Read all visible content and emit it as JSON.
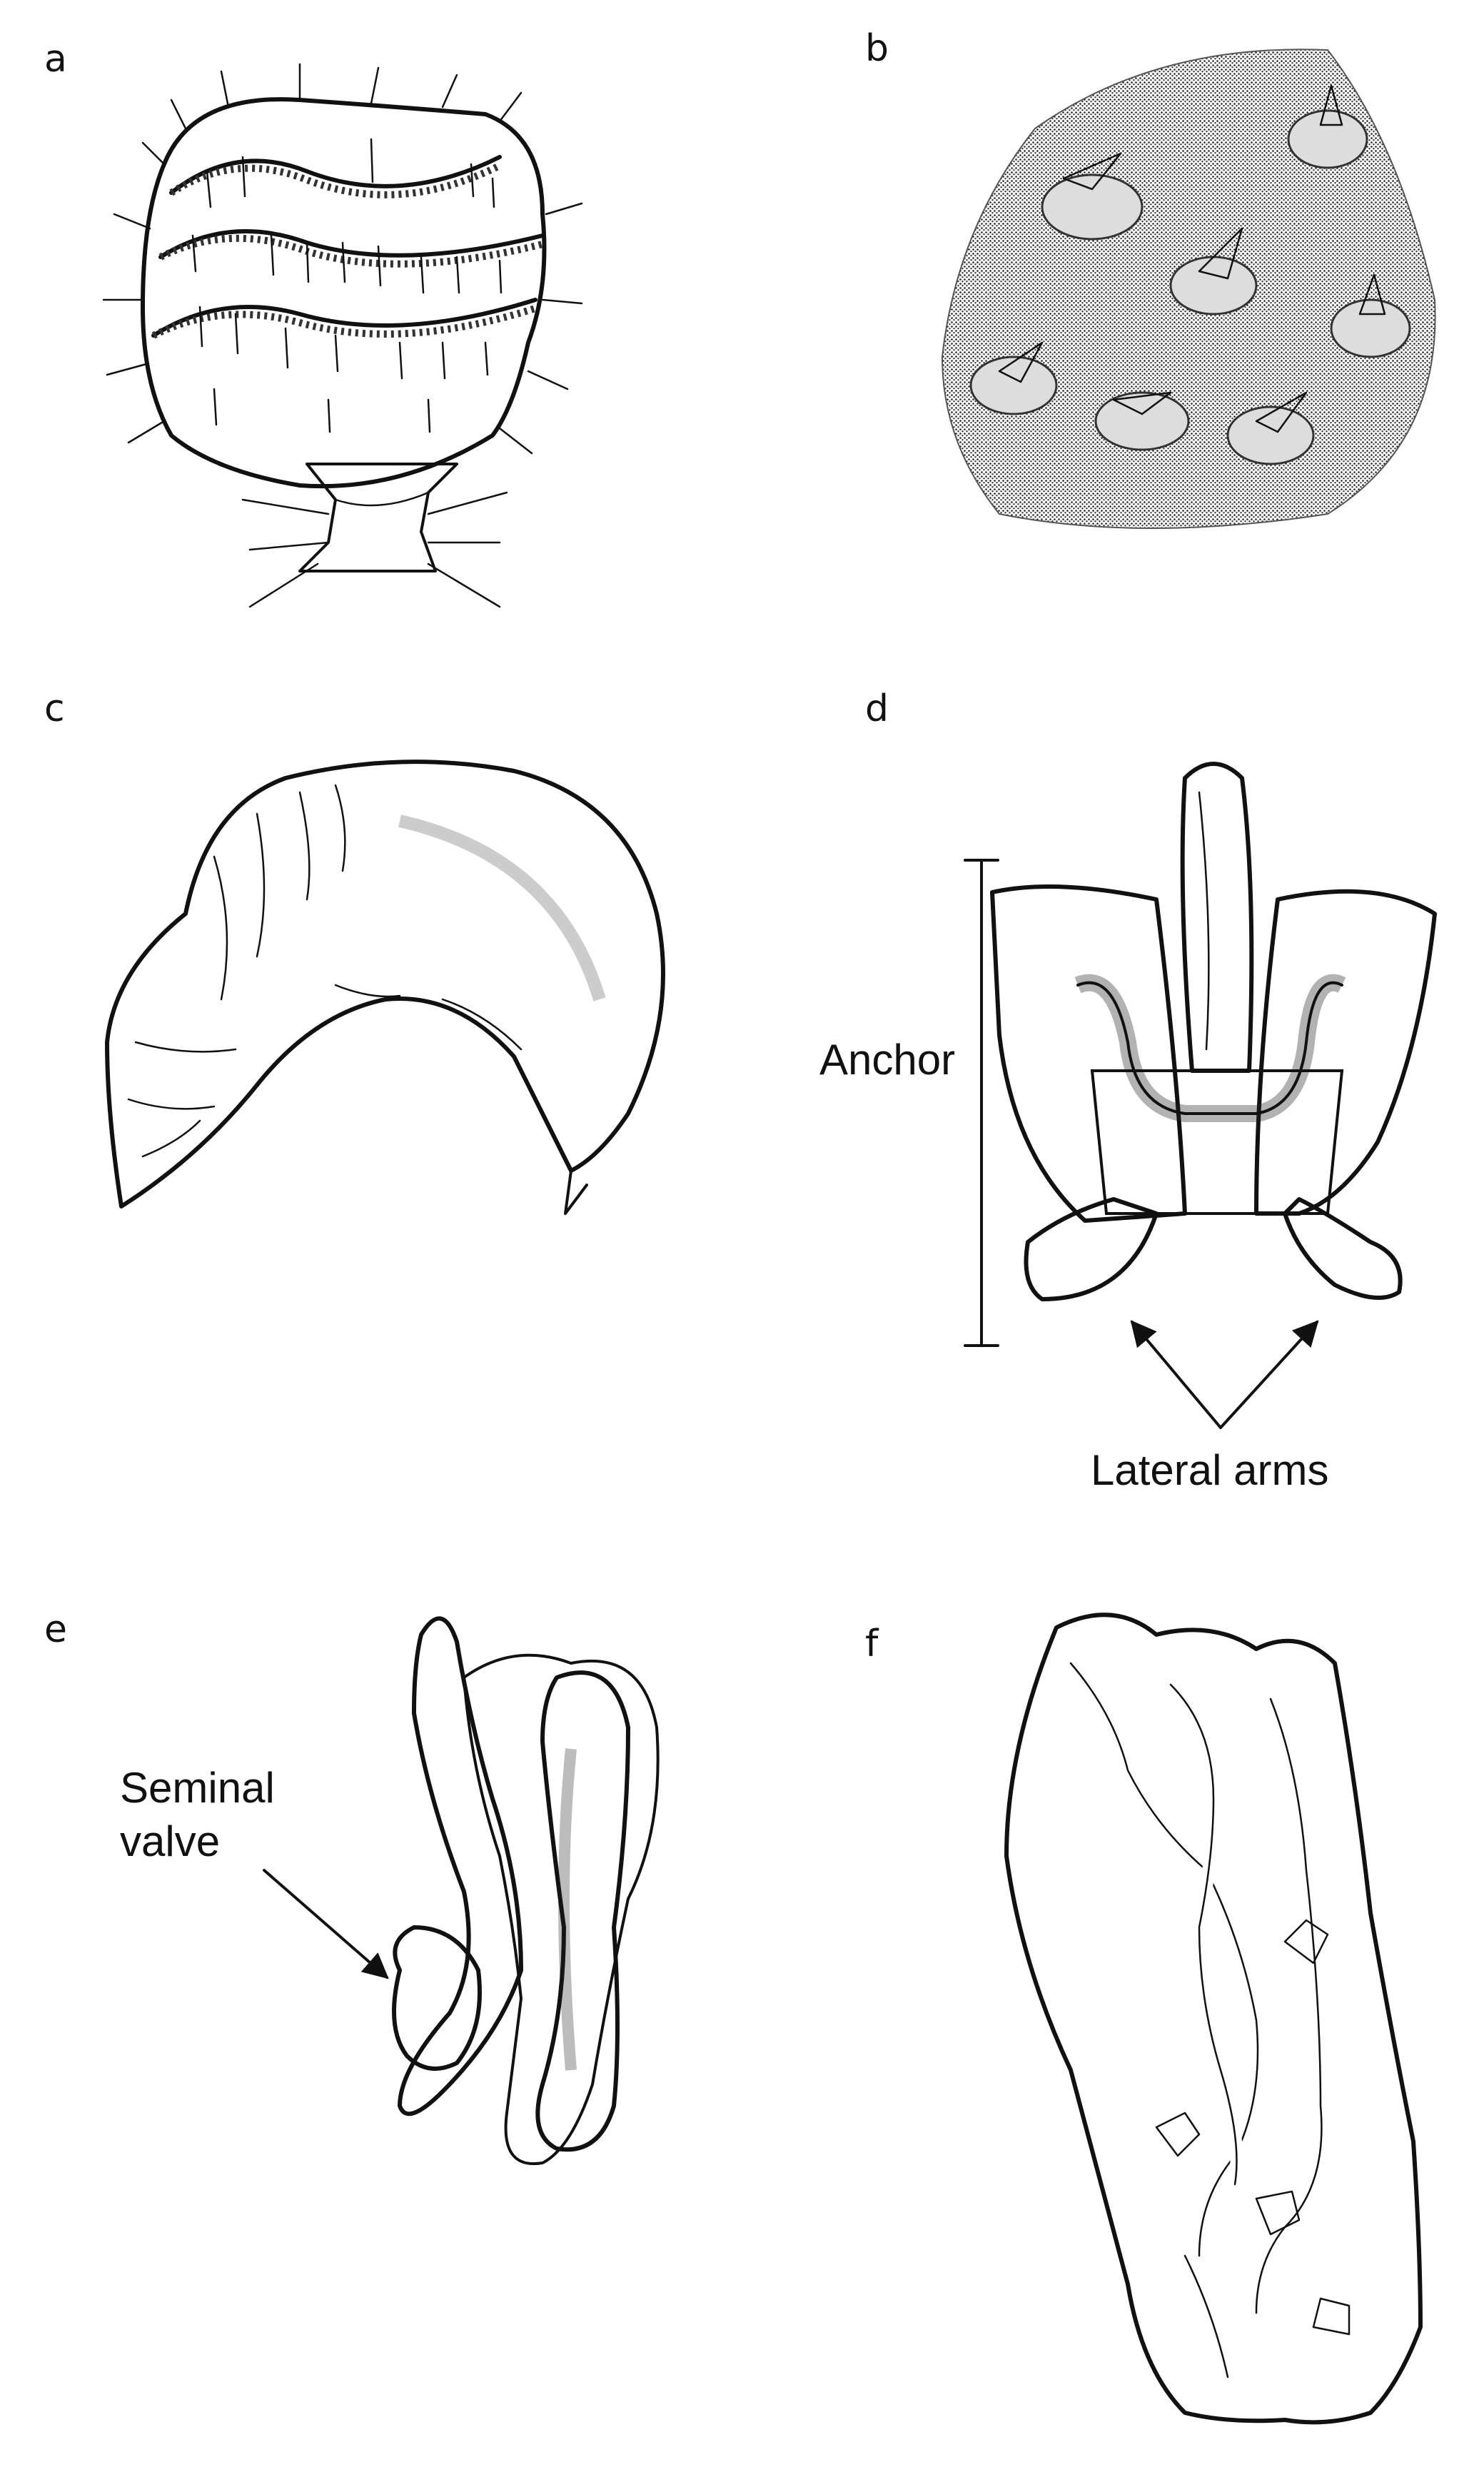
{
  "panels": {
    "a": {
      "letter": "a"
    },
    "b": {
      "letter": "b"
    },
    "c": {
      "letter": "c"
    },
    "d": {
      "letter": "d",
      "anchor_label": "Anchor",
      "arms_label": "Lateral arms"
    },
    "e": {
      "letter": "e",
      "seminal_label_line1": "Seminal",
      "seminal_label_line2": "valve"
    },
    "f": {
      "letter": "f"
    }
  }
}
